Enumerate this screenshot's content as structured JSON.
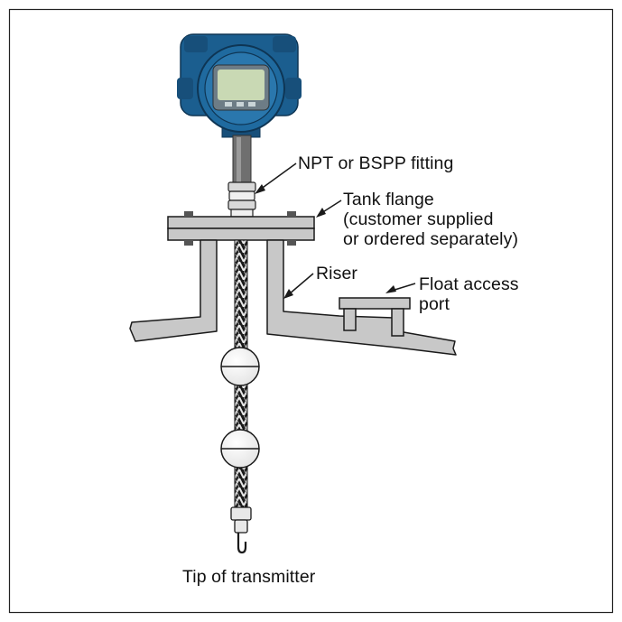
{
  "diagram": {
    "labels": {
      "npt_fitting": "NPT or BSPP fitting",
      "tank_flange": [
        "Tank flange",
        "(customer supplied",
        "or ordered separately)"
      ],
      "riser": "Riser",
      "float_access_port": [
        "Float access",
        "port"
      ],
      "tip": "Tip of transmitter"
    },
    "colors": {
      "housing_blue": "#1b5e8f",
      "housing_dark": "#123f63",
      "display_green": "#c9d9b4",
      "pipe_fill": "#c8c8c8",
      "outline": "#1a1a1a"
    }
  }
}
